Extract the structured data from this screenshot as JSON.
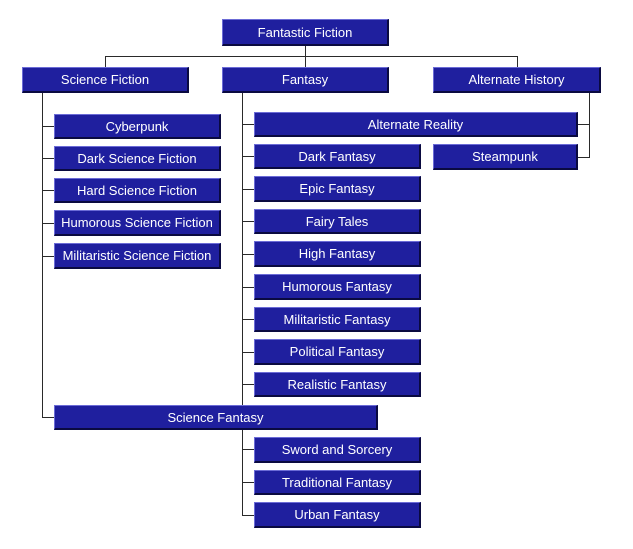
{
  "colors": {
    "node_fill": "#1f1f9e",
    "node_text": "#ffffff",
    "connector": "#2a2a2a",
    "background": "#ffffff"
  },
  "nodes": {
    "fantastic_fiction": "Fantastic Fiction",
    "science_fiction": "Science Fiction",
    "fantasy": "Fantasy",
    "alternate_history": "Alternate History",
    "cyberpunk": "Cyberpunk",
    "dark_science_fiction": "Dark Science Fiction",
    "hard_science_fiction": "Hard Science Fiction",
    "humorous_science_fiction": "Humorous Science Fiction",
    "militaristic_science_fiction": "Militaristic Science Fiction",
    "alternate_reality": "Alternate Reality",
    "dark_fantasy": "Dark Fantasy",
    "epic_fantasy": "Epic Fantasy",
    "fairy_tales": "Fairy Tales",
    "high_fantasy": "High Fantasy",
    "humorous_fantasy": "Humorous Fantasy",
    "militaristic_fantasy": "Militaristic Fantasy",
    "political_fantasy": "Political Fantasy",
    "realistic_fantasy": "Realistic Fantasy",
    "steampunk": "Steampunk",
    "science_fantasy": "Science Fantasy",
    "sword_and_sorcery": "Sword and Sorcery",
    "traditional_fantasy": "Traditional Fantasy",
    "urban_fantasy": "Urban Fantasy"
  }
}
